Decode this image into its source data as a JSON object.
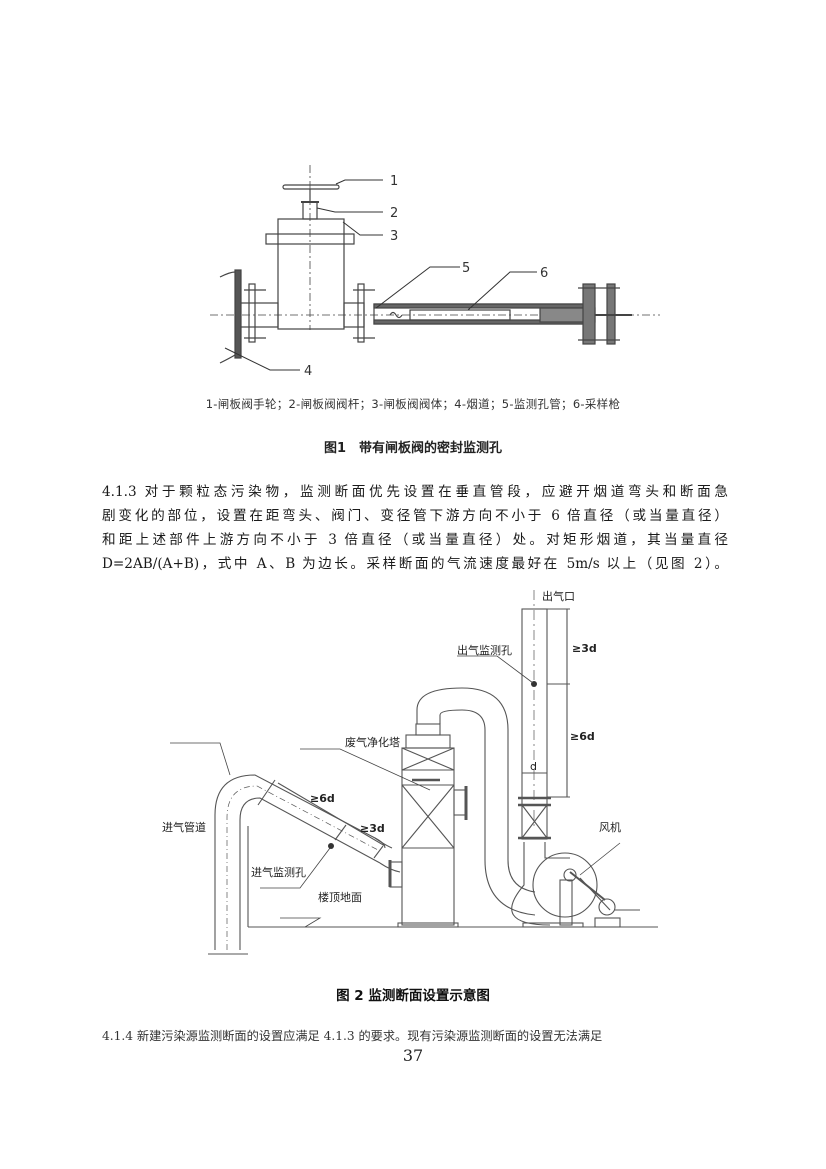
{
  "figure1": {
    "labels": [
      "1",
      "2",
      "3",
      "4",
      "5",
      "6"
    ],
    "legend": "1-闸板阀手轮；2-闸板阀阀杆；3-闸板阀阀体；4-烟道；5-监测孔管；6-采样枪",
    "caption": "图1　带有闸板阀的密封监测孔"
  },
  "paragraph_413": {
    "lines": [
      "4.1.3 对于颗粒态污染物，监测断面优先设置在垂直管段，应避开烟道弯头和断面急",
      "剧变化的部位，设置在距弯头、阀门、变径管下游方向不小于 6 倍直径（或当量直径）",
      "和距上述部件上游方向不小于 3 倍直径（或当量直径）处。对矩形烟道，其当量直径",
      "D=2AB/(A+B)，式中 A、B 为边长。采样断面的气流速度最好在 5m/s 以上（见图 2）。"
    ]
  },
  "figure2": {
    "labels": {
      "outlet": "出气口",
      "outlet_hole": "出气监测孔",
      "ge3d_top": "≥3d",
      "ge6d_right": "≥6d",
      "tower": "废气净化塔",
      "d": "d",
      "ge6d_diag": "≥6d",
      "ge3d_diag": "≥3d",
      "inlet_pipe": "进气管道",
      "fan": "风机",
      "inlet_hole": "进气监测孔",
      "roof": "楼顶地面"
    },
    "caption": "图 2 监测断面设置示意图"
  },
  "paragraph_414": {
    "text": "4.1.4 新建污染源监测断面的设置应满足 4.1.3 的要求。现有污染源监测断面的设置无法满足"
  },
  "page_number": "37"
}
